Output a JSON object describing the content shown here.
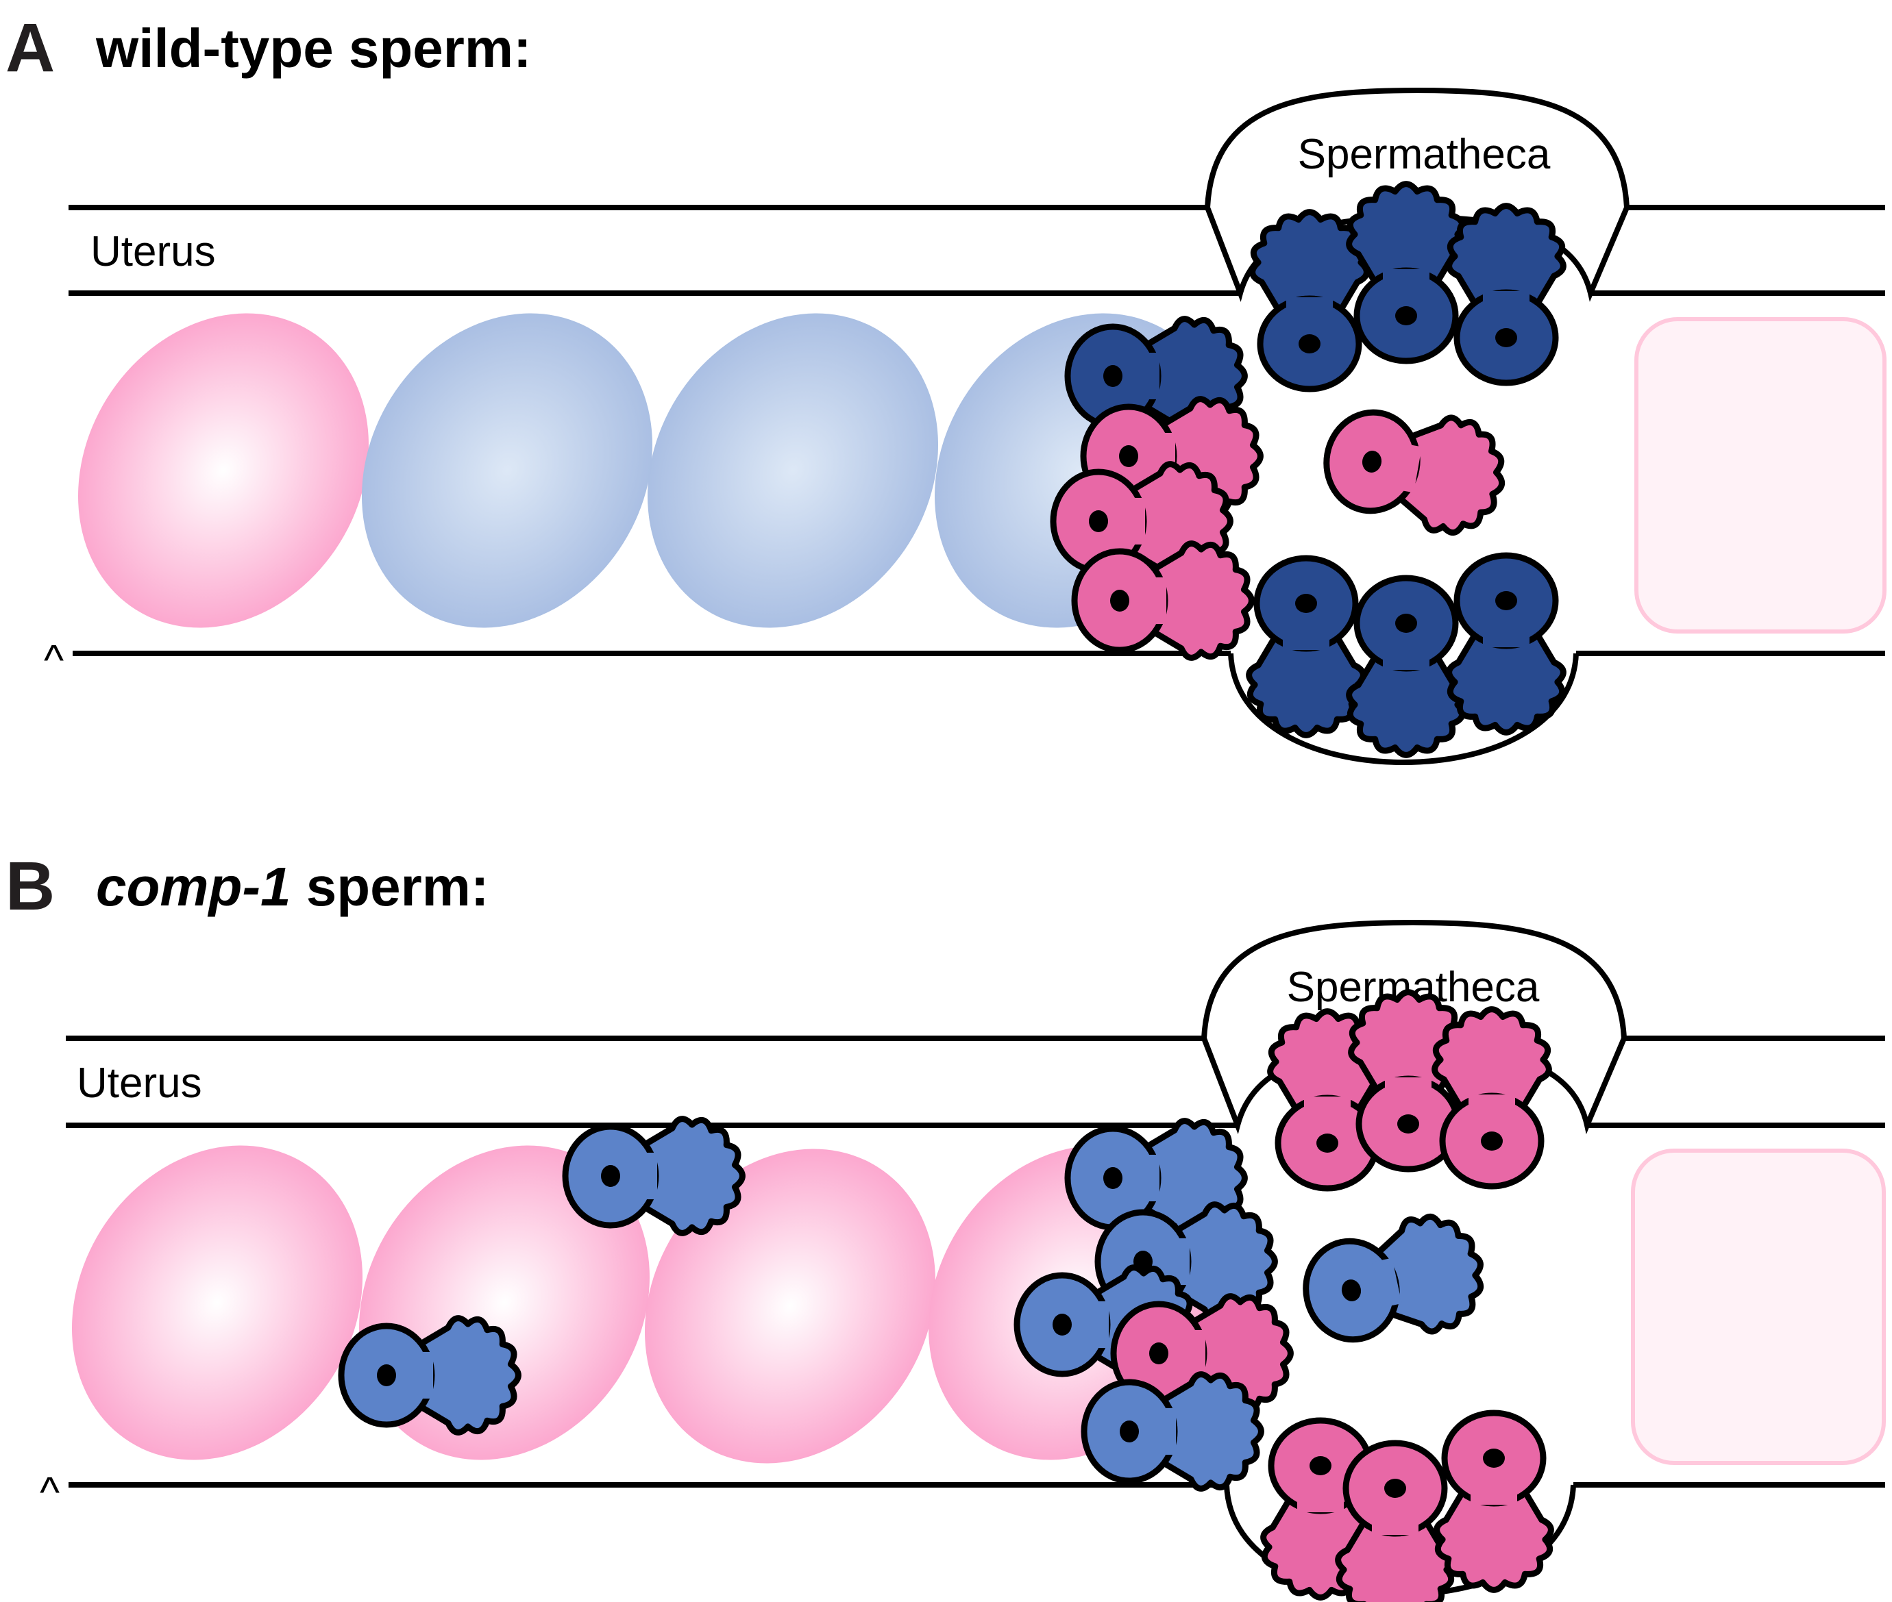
{
  "colors": {
    "sperm_wildtype": "#284a8f",
    "sperm_comp1": "#5c83c9",
    "sperm_hermaphrodite": "#e868a6",
    "egg_pink_edge": "#fca8cf",
    "egg_pink_center": "#ffffff",
    "egg_blue_edge": "#aabfe3",
    "egg_blue_center": "#dde8f6",
    "oocyte_fill": "#fff2f7",
    "oocyte_border": "#ffc8dc"
  },
  "panels": [
    {
      "letter": "A",
      "title_italic": "",
      "title_plain": "wild-type sperm:",
      "uterus_label": "Uterus",
      "spermatheca_label": "Spermatheca",
      "vulva_marker": "^",
      "eggs": [
        "pink",
        "blue",
        "blue",
        "blue"
      ],
      "sperm_groups": {
        "spermatheca_top_row": [
          "wildtype",
          "wildtype",
          "wildtype"
        ],
        "spermatheca_bottom_row": [
          "wildtype",
          "wildtype",
          "wildtype"
        ],
        "spermatheca_middle": [
          "hermaphrodite"
        ],
        "uterus_cluster": [
          "wildtype",
          "hermaphrodite",
          "hermaphrodite",
          "hermaphrodite"
        ],
        "uterus_free": []
      }
    },
    {
      "letter": "B",
      "title_italic": "comp-1",
      "title_plain": " sperm:",
      "uterus_label": "Uterus",
      "spermatheca_label": "Spermatheca",
      "vulva_marker": "^",
      "eggs": [
        "pink",
        "pink",
        "pink",
        "pink"
      ],
      "sperm_groups": {
        "spermatheca_top_row": [
          "hermaphrodite",
          "hermaphrodite",
          "hermaphrodite"
        ],
        "spermatheca_bottom_row": [
          "hermaphrodite",
          "hermaphrodite",
          "hermaphrodite"
        ],
        "spermatheca_middle": [
          "comp1"
        ],
        "uterus_cluster": [
          "comp1",
          "comp1",
          "comp1",
          "hermaphrodite",
          "comp1"
        ],
        "uterus_free": [
          "comp1",
          "comp1"
        ]
      }
    }
  ]
}
